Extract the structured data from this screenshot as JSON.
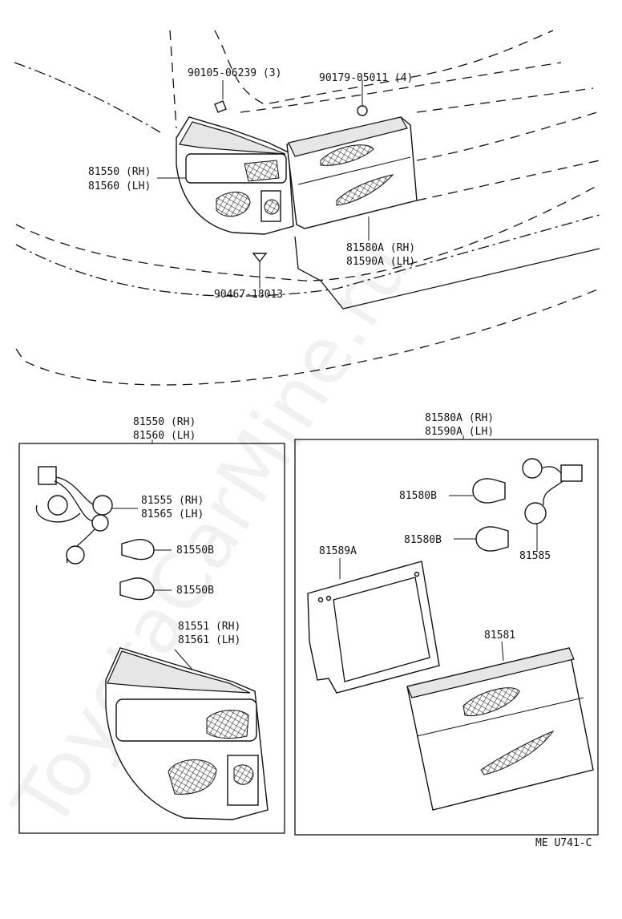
{
  "colors": {
    "line": "#111111",
    "background": "#ffffff",
    "shade": "#e6e6e6"
  },
  "top_labels": {
    "clip": "90105-06239 (3)",
    "nut": "90179-05011 (4)",
    "lamp_rh": "81550 (RH)",
    "lamp_lh": "81560 (LH)",
    "inner_rh": "81580A (RH)",
    "inner_lh": "81590A (LH)",
    "screw": "90467-18013"
  },
  "left_box": {
    "header_rh": "81550 (RH)",
    "header_lh": "81560 (LH)",
    "socket_rh": "81555 (RH)",
    "socket_lh": "81565 (LH)",
    "bulb1": "81550B",
    "bulb2": "81550B",
    "lens_rh": "81551 (RH)",
    "lens_lh": "81561 (LH)"
  },
  "right_box": {
    "header_rh": "81580A (RH)",
    "header_lh": "81590A (LH)",
    "bulb1": "81580B",
    "bulb2": "81580B",
    "gasket": "81589A",
    "socket": "81585",
    "lens": "81581"
  },
  "footer": {
    "ref": "ME U741-C"
  },
  "watermark": "ToyotaCarMine.ru"
}
